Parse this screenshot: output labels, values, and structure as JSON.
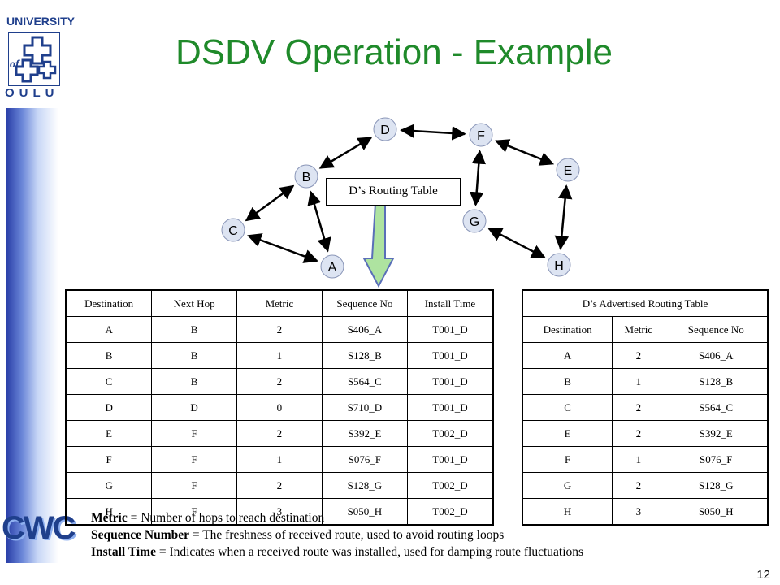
{
  "logo": {
    "top": "UNIVERSITY",
    "of": "of",
    "bottom": "OULU",
    "cwc": "CWC"
  },
  "title": "DSDV Operation - Example",
  "routing_table_label": "D’s Routing Table",
  "nodes": [
    {
      "id": "D",
      "label": "D"
    },
    {
      "id": "F",
      "label": "F"
    },
    {
      "id": "E",
      "label": "E"
    },
    {
      "id": "B",
      "label": "B"
    },
    {
      "id": "C",
      "label": "C"
    },
    {
      "id": "G",
      "label": "G"
    },
    {
      "id": "A",
      "label": "A"
    },
    {
      "id": "H",
      "label": "H"
    }
  ],
  "edges": [
    [
      "D",
      "F"
    ],
    [
      "D",
      "B"
    ],
    [
      "B",
      "C"
    ],
    [
      "C",
      "A"
    ],
    [
      "B",
      "A"
    ],
    [
      "F",
      "E"
    ],
    [
      "F",
      "G"
    ],
    [
      "E",
      "H"
    ],
    [
      "G",
      "H"
    ]
  ],
  "routing_table": {
    "headers": [
      "Destination",
      "Next Hop",
      "Metric",
      "Sequence No",
      "Install Time"
    ],
    "rows": [
      [
        "A",
        "B",
        "2",
        "S406_A",
        "T001_D"
      ],
      [
        "B",
        "B",
        "1",
        "S128_B",
        "T001_D"
      ],
      [
        "C",
        "B",
        "2",
        "S564_C",
        "T001_D"
      ],
      [
        "D",
        "D",
        "0",
        "S710_D",
        "T001_D"
      ],
      [
        "E",
        "F",
        "2",
        "S392_E",
        "T002_D"
      ],
      [
        "F",
        "F",
        "1",
        "S076_F",
        "T001_D"
      ],
      [
        "G",
        "F",
        "2",
        "S128_G",
        "T002_D"
      ],
      [
        "H",
        "F",
        "3",
        "S050_H",
        "T002_D"
      ]
    ]
  },
  "advertised_table": {
    "title": "D’s Advertised Routing Table",
    "headers": [
      "Destination",
      "Metric",
      "Sequence No"
    ],
    "rows": [
      [
        "A",
        "2",
        "S406_A"
      ],
      [
        "B",
        "1",
        "S128_B"
      ],
      [
        "C",
        "2",
        "S564_C"
      ],
      [
        "E",
        "2",
        "S392_E"
      ],
      [
        "F",
        "1",
        "S076_F"
      ],
      [
        "G",
        "2",
        "S128_G"
      ],
      [
        "H",
        "3",
        "S050_H"
      ]
    ]
  },
  "legend": [
    {
      "term": "Metric",
      "text": " = Number of hops to reach destination"
    },
    {
      "term": "Sequence Number",
      "text": " = The freshness of received route, used to avoid routing loops"
    },
    {
      "term": "Install Time",
      "text": " = Indicates when a received route was installed, used for damping route fluctuations"
    }
  ],
  "page_number": "12",
  "colors": {
    "title": "#1f8a2a",
    "node_fill": "#dde4f2",
    "arrow_fill": "#aee3a0",
    "arrow_stroke": "#5a6fb8"
  }
}
